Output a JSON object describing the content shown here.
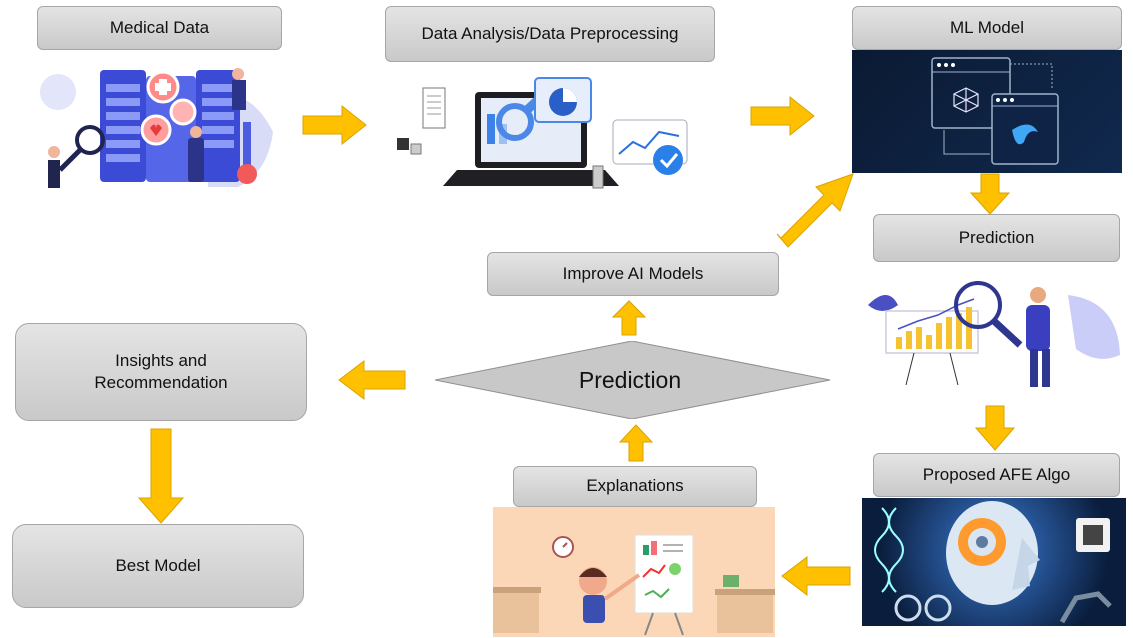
{
  "nodes": {
    "medical_data": "Medical Data",
    "data_analysis": "Data Analysis/Data Preprocessing",
    "ml_model": "ML Model",
    "prediction_right": "Prediction",
    "proposed_afe": "Proposed AFE Algo",
    "explanations": "Explanations",
    "improve_ai": "Improve AI Models",
    "insights": "Insights and Recommendation",
    "best_model": "Best Model",
    "prediction_center": "Prediction"
  },
  "colors": {
    "arrow": "#ffc000",
    "arrow_stroke": "#d9a300",
    "box": "#d6d6d6",
    "diamond": "#c8c8c8"
  }
}
